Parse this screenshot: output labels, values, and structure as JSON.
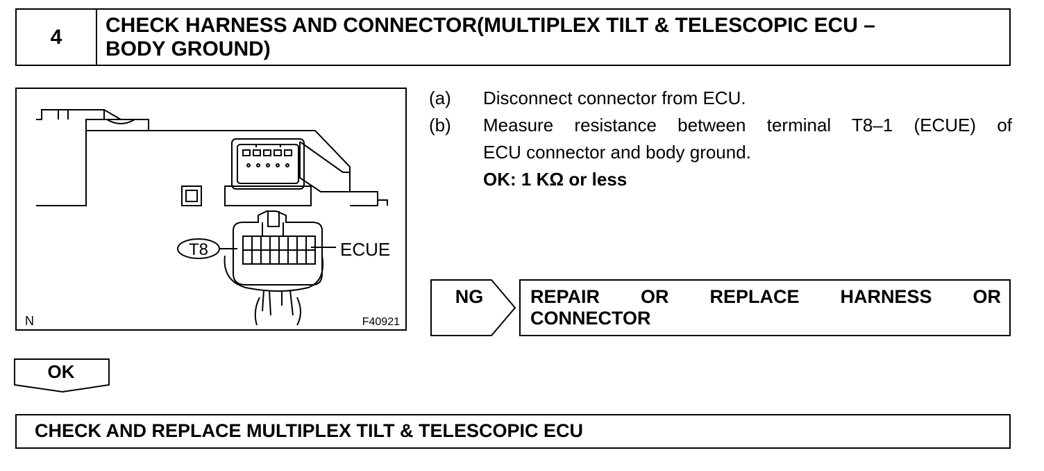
{
  "step": {
    "number": "4",
    "title_line1": "CHECK HARNESS AND CONNECTOR(MULTIPLEX TILT & TELESCOPIC ECU –",
    "title_line2": "BODY GROUND)"
  },
  "figure": {
    "connector_id": "T8",
    "terminal_label": "ECUE",
    "corner_label": "N",
    "figure_code": "F40921"
  },
  "instructions": [
    {
      "letter": "(a)",
      "text": "Disconnect connector from ECU."
    },
    {
      "letter": "(b)",
      "text": "Measure resistance between terminal T8–1 (ECUE) of",
      "text2": "ECU connector and body ground."
    }
  ],
  "ok_spec": "OK: 1 KΩ or less",
  "ng": {
    "label": "NG",
    "result_words": [
      "REPAIR",
      "OR",
      "REPLACE",
      "HARNESS",
      "OR"
    ],
    "result_line2": "CONNECTOR"
  },
  "ok_label": "OK",
  "final_action": "CHECK AND REPLACE MULTIPLEX TILT & TELESCOPIC ECU"
}
